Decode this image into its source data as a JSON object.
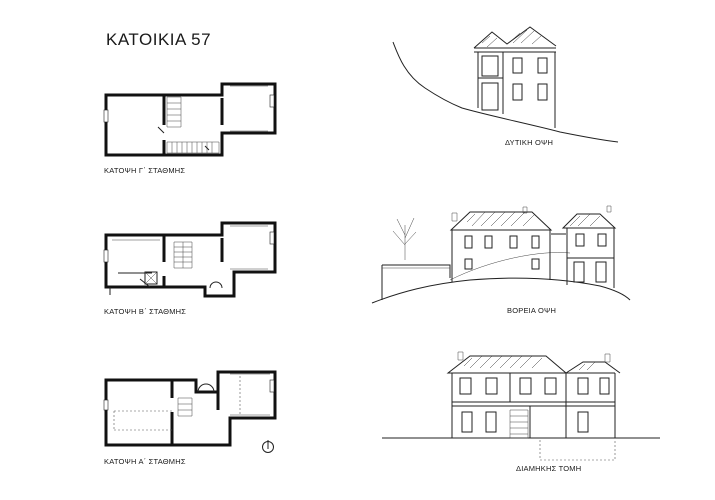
{
  "title": "ΚΑΤΟΙΚΙΑ 57",
  "plans": [
    {
      "label": "ΚΑΤΟΨΗ Γ΄ ΣΤΑΘΜΗΣ"
    },
    {
      "label": "ΚΑΤΟΨΗ Β΄ ΣΤΑΘΜΗΣ"
    },
    {
      "label": "ΚΑΤΟΨΗ Α΄ ΣΤΑΘΜΗΣ"
    }
  ],
  "elevations": [
    {
      "label": "ΔΥΤΙΚΗ ΟΨΗ"
    },
    {
      "label": "ΒΟΡΕΙΑ ΟΨΗ"
    },
    {
      "label": "ΔΙΑΜΗΚΗΣ ΤΟΜΗ"
    }
  ]
}
